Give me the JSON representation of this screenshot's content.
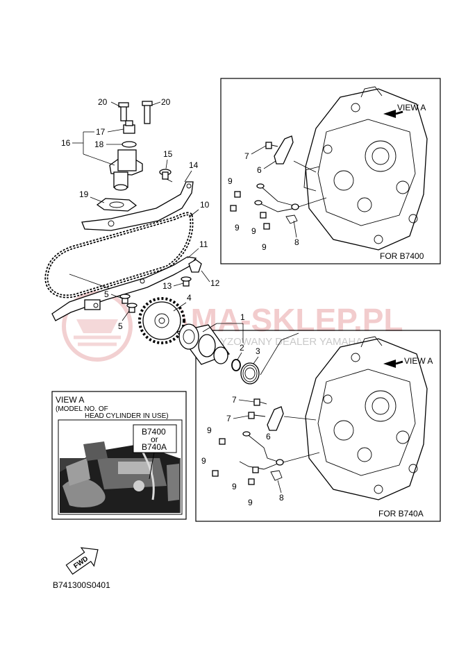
{
  "labels": {
    "p1": "1",
    "p2": "2",
    "p3": "3",
    "p4": "4",
    "p5a": "5",
    "p5b": "5",
    "p6a": "6",
    "p6b": "6",
    "p7a": "7",
    "p7b": "7",
    "p7c": "7",
    "p8a": "8",
    "p8b": "8",
    "p9a": "9",
    "p9b": "9",
    "p9c": "9",
    "p9d": "9",
    "p9e": "9",
    "p9f": "9",
    "p9g": "9",
    "p9h": "9",
    "p10": "10",
    "p11": "11",
    "p12": "12",
    "p13": "13",
    "p14": "14",
    "p15": "15",
    "p16": "16",
    "p17": "17",
    "p18": "18",
    "p19": "19",
    "p20a": "20",
    "p20b": "20"
  },
  "top_panel": {
    "view_label": "VIEW A",
    "caption": "FOR B7400"
  },
  "bottom_panel": {
    "view_label": "VIEW A",
    "caption": "FOR B740A"
  },
  "inset": {
    "title_line1": "VIEW A",
    "title_line2": "(MODEL NO. OF",
    "title_line3": "HEAD CYLINDER IN USE)",
    "model_line1": "B7400",
    "model_line2": "or",
    "model_line3": "B740A"
  },
  "fwd_label": "FWD",
  "watermark": {
    "main": "YAMA-SKLEP.PL",
    "sub": "AUTORYZOWANY DEALER YAMAHA"
  },
  "diagram_code": "B741300S0401",
  "colors": {
    "watermark": "#e9a3a6",
    "line": "#000000"
  }
}
